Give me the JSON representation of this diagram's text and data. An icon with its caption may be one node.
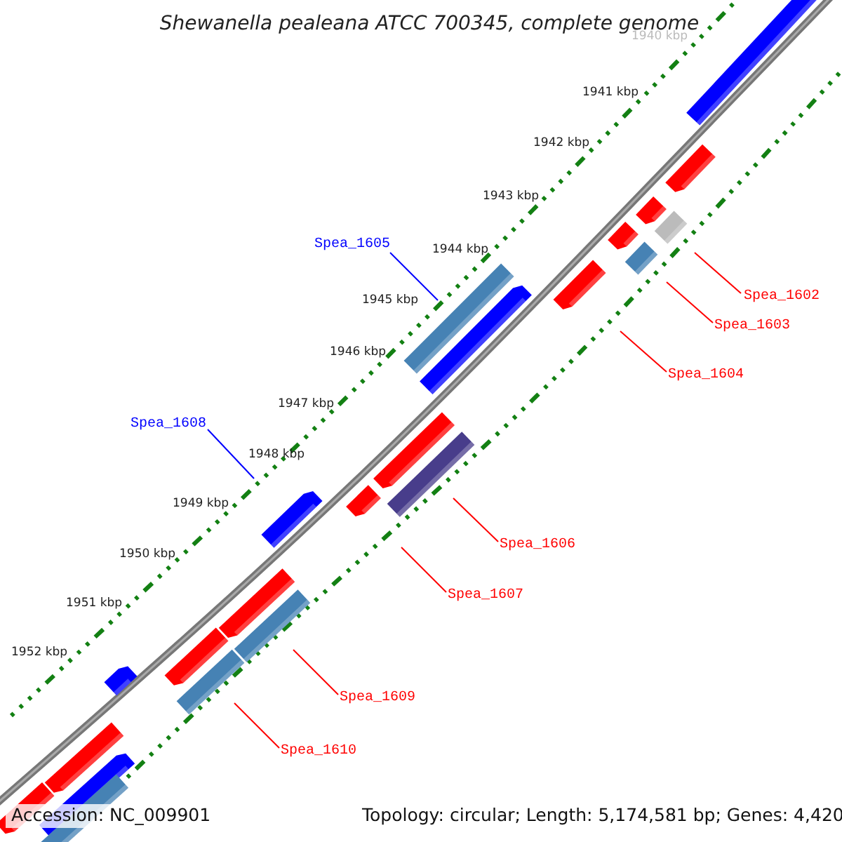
{
  "diagram": {
    "title": "Shewanella pealeana ATCC 700345, complete genome",
    "nodes": [
      {
        "text": [
          "Spea_1605"
        ]
      },
      {
        "text": [
          "Spea_1608"
        ]
      },
      {
        "text": [
          "Spea_1602"
        ]
      },
      {
        "text": [
          "Spea_1603"
        ]
      },
      {
        "text": [
          "Spea_1604"
        ]
      },
      {
        "text": [
          "Spea_1606"
        ]
      },
      {
        "text": [
          "Spea_1607"
        ]
      },
      {
        "text": [
          "Spea_1609"
        ]
      },
      {
        "text": [
          "Spea_1610"
        ]
      }
    ],
    "edges": [
      {
        "from": 0,
        "to": null,
        "arrow": "none",
        "color": "#0000ff"
      },
      {
        "from": 1,
        "to": null,
        "arrow": "none",
        "color": "#0000ff"
      },
      {
        "from": 2,
        "to": null,
        "arrow": "none"
      },
      {
        "from": 3,
        "to": null,
        "arrow": "none"
      },
      {
        "from": 4,
        "to": null,
        "arrow": "none"
      },
      {
        "from": 5,
        "to": null,
        "arrow": "none"
      },
      {
        "from": 6,
        "to": null,
        "arrow": "none"
      },
      {
        "from": 7,
        "to": null,
        "arrow": "none"
      },
      {
        "from": 8,
        "to": null,
        "arrow": "none"
      }
    ],
    "labels": [
      "1940 kbp",
      "1941 kbp",
      "1942 kbp",
      "1943 kbp",
      "1944 kbp",
      "1945 kbp",
      "1946 kbp",
      "1947 kbp",
      "1948 kbp",
      "1949 kbp",
      "1950 kbp",
      "1951 kbp",
      "1952 kbp",
      "Accession: NC_009901",
      "Topology: circular; Length: 5,174,581 bp; Genes: 4,420"
    ]
  }
}
